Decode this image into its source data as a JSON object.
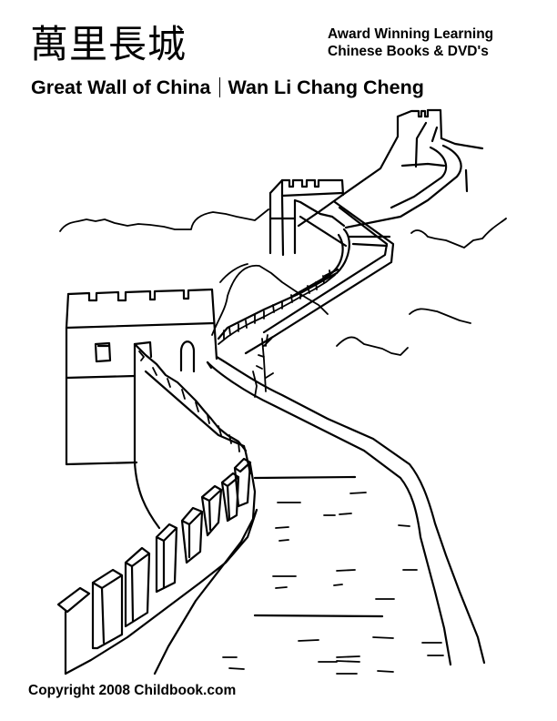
{
  "header": {
    "chinese_title": "萬里長城",
    "tagline_line1": "Award Winning Learning",
    "tagline_line2": "Chinese Books & DVD's",
    "english_title": "Great Wall of China",
    "pinyin_title": "Wan Li Chang Cheng"
  },
  "illustration": {
    "subject": "great-wall-of-china-line-art",
    "colors": {
      "line": "#000000",
      "background": "#ffffff"
    }
  },
  "footer": {
    "copyright": "Copyright 2008 Childbook.com"
  }
}
